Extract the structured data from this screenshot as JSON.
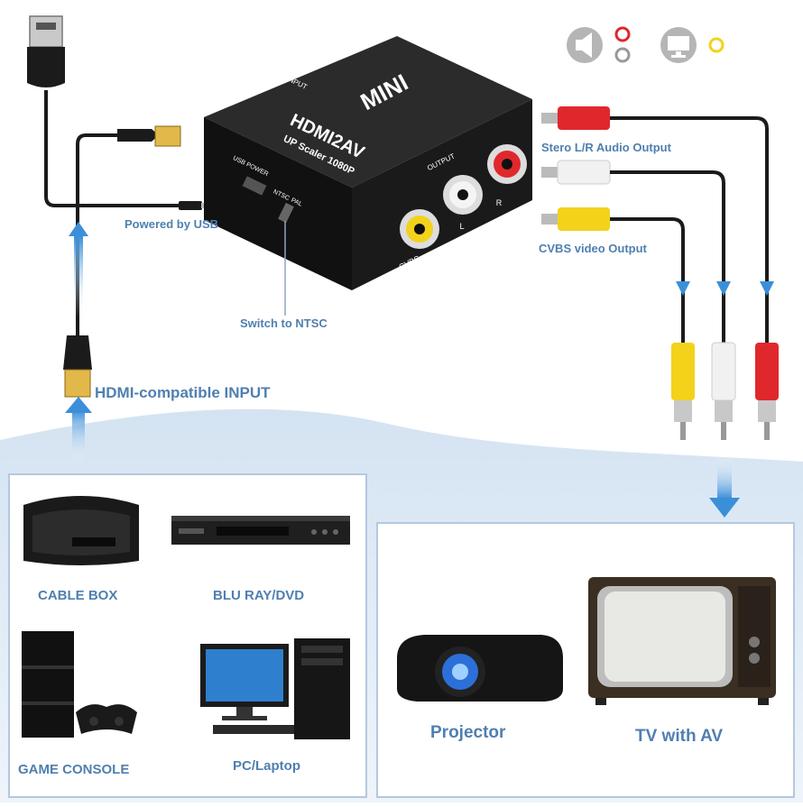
{
  "top_labels": {
    "powered_by_usb": "Powered by USB",
    "switch_to_ntsc": "Switch to NTSC",
    "hdmi_input": "HDMI-compatible INPUT",
    "stereo_output": "Stero L/R Audio Output",
    "cvbs_output": "CVBS video Output"
  },
  "device": {
    "brand": "MINI",
    "model": "HDMI2AV",
    "scaler": "UP Scaler 1080P",
    "port_input": "INPUT",
    "port_usb": "USB POWER",
    "port_output": "OUTPUT",
    "switch_ntsc": "NTSC",
    "switch_pal": "PAL",
    "jack_cvbs": "CVBS",
    "jack_l": "L",
    "jack_r": "R"
  },
  "sources": [
    {
      "label": "CABLE BOX",
      "icon": "cable-box-icon"
    },
    {
      "label": "BLU RAY/DVD",
      "icon": "bluray-player-icon"
    },
    {
      "label": "GAME CONSOLE",
      "icon": "game-console-icon"
    },
    {
      "label": "PC/Laptop",
      "icon": "pc-icon"
    }
  ],
  "outputs": [
    {
      "label": "Projector",
      "icon": "projector-icon"
    },
    {
      "label": "TV with AV",
      "icon": "crt-tv-icon"
    }
  ],
  "colors": {
    "accent": "#4f7fb0",
    "arrow": "#3b8fd9",
    "cable_red": "#e0282c",
    "cable_white": "#eeeeee",
    "cable_yellow": "#f2d21b",
    "device_body": "#151515"
  },
  "icons": [
    "speaker-icon",
    "audio-jack-icon",
    "monitor-icon",
    "video-jack-icon",
    "usb-plug-icon",
    "hdmi-plug-icon"
  ]
}
